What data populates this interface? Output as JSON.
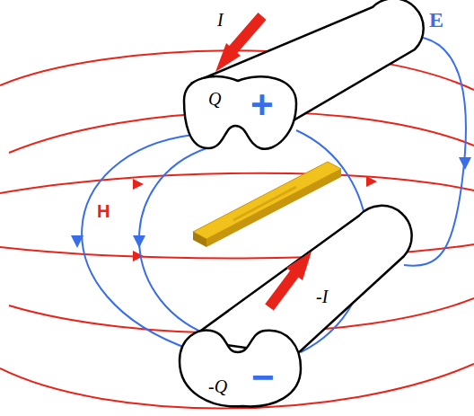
{
  "diagram": {
    "labels": [
      "I",
      "Q",
      "+",
      "E",
      "H",
      "-I",
      "-Q",
      "−"
    ]
  }
}
